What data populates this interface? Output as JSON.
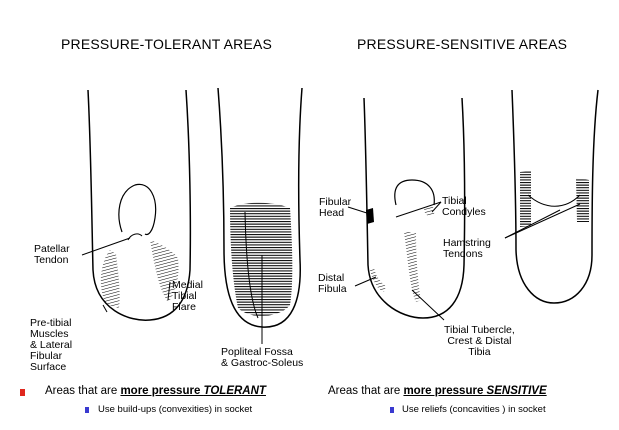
{
  "headings": {
    "tolerant": "PRESSURE-TOLERANT AREAS",
    "sensitive": "PRESSURE-SENSITIVE AREAS"
  },
  "labels": {
    "patellar_tendon": [
      "Patellar",
      "Tendon"
    ],
    "pretibial": [
      "Pre-tibial",
      "Muscles",
      "& Lateral",
      "Fibular",
      "Surface"
    ],
    "medial_tibial_flare": [
      "Medial",
      "Tibial",
      "Flare"
    ],
    "popliteal": [
      "Popliteal Fossa",
      "& Gastroc-Soleus"
    ],
    "fibular_head": [
      "Fibular",
      "Head"
    ],
    "tibial_condyles": [
      "Tibial",
      "Condyles"
    ],
    "hamstring_tendons": [
      "Hamstring",
      "Tendons"
    ],
    "distal_fibula": [
      "Distal",
      "Fibula"
    ],
    "tibial_tubercle": [
      "Tibial Tubercle,",
      "Crest & Distal",
      "Tibia"
    ]
  },
  "legend": {
    "tolerant_prefix": "Areas that are ",
    "tolerant_emph_a": "more pressure ",
    "tolerant_emph_b": "TOLERANT",
    "tolerant_sub": "Use build-ups (convexities) in socket",
    "sensitive_prefix": "Areas that are ",
    "sensitive_emph_a": "more pressure ",
    "sensitive_emph_b": "SENSITIVE",
    "sensitive_sub": "Use reliefs (concavities ) in socket"
  },
  "colors": {
    "bullet_main": "#e0281e",
    "bullet_sub": "#3a3ad0"
  }
}
